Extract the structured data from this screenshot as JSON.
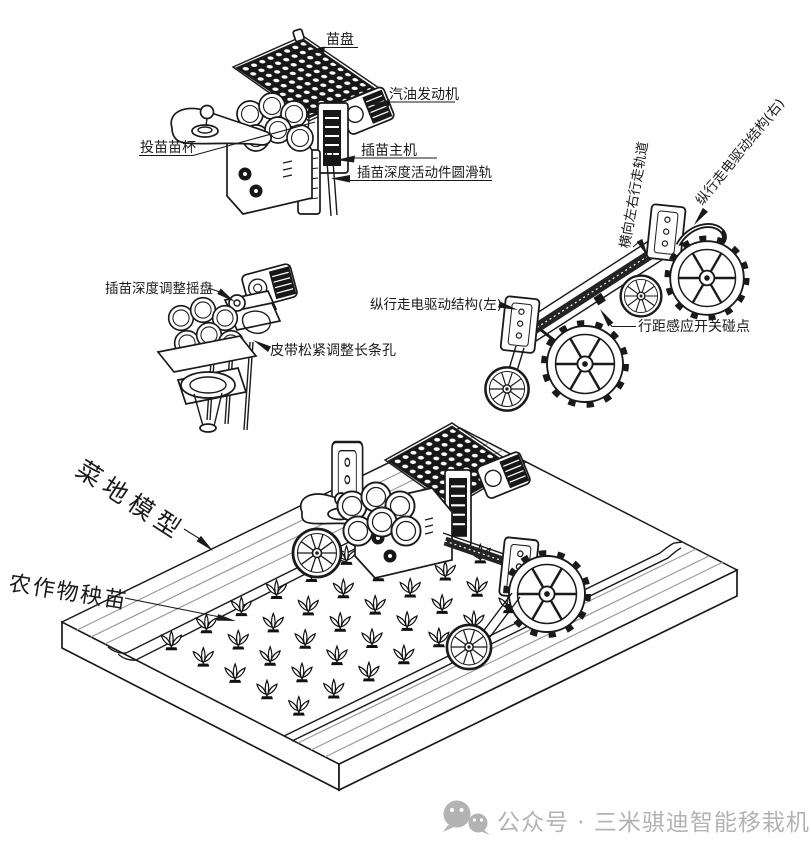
{
  "colors": {
    "ink": "#1a1a1a",
    "guide_line": "#9a9a9a",
    "watermark": "#b3b3b3"
  },
  "labels": {
    "seedling_tray": "苗盘",
    "gasoline_engine": "汽油发动机",
    "seedling_drop_cup": "投苗苗杯",
    "transplant_main_unit": "插苗主机",
    "depth_slide_rail": "插苗深度活动件圆滑轨",
    "depth_adjust_dial": "插苗深度调整摇盘",
    "belt_tension_slot": "皮带松紧调整长条孔",
    "transverse_track": "横向左右行走轨道",
    "longitudinal_drive_right": "纵行走电驱动结构(右)",
    "longitudinal_drive_left": "纵行走电驱动结构(左)",
    "row_spacing_switch_contact": "行距感应开关碰点",
    "field_model": "菜地模型",
    "crop_seedlings": "农作物秧苗"
  },
  "watermark": {
    "icon": "wechat-icon",
    "text": "公众号 · 三米骐迪智能移栽机"
  },
  "field": {
    "seedlings": {
      "cols": 8,
      "rows": 5,
      "u0": 0.08,
      "du": 0.088,
      "v0": 0.28,
      "dv": 0.115
    }
  }
}
